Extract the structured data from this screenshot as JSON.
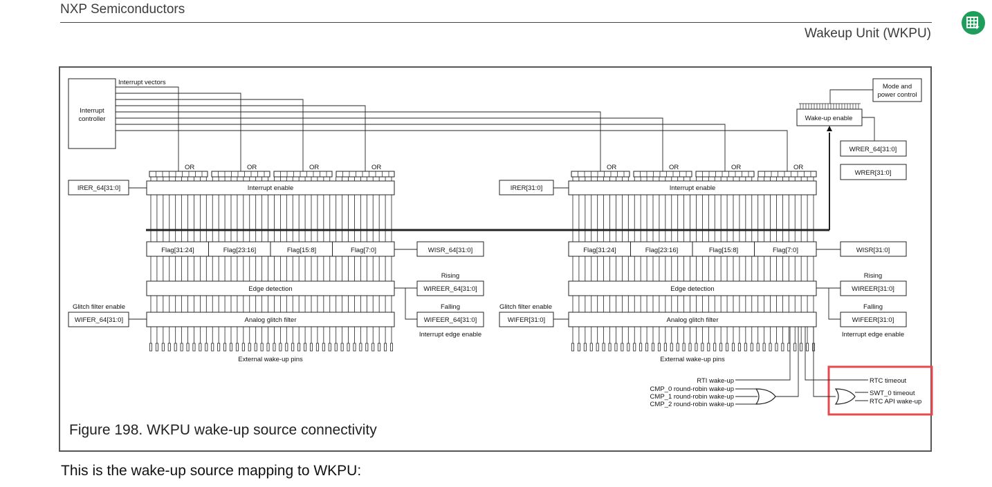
{
  "header": {
    "company": "NXP Semiconductors",
    "section": "Wakeup Unit (WKPU)"
  },
  "icons": {
    "sheet": "spreadsheet-icon"
  },
  "figure": {
    "caption": "Figure 198.  WKPU wake-up source connectivity"
  },
  "diagram": {
    "interrupt_controller": [
      "Interrupt",
      "controller"
    ],
    "interrupt_vectors": "Interrupt vectors",
    "or_label": "OR",
    "mode_power": [
      "Mode and",
      "power control"
    ],
    "wakeup_enable": "Wake-up enable",
    "wrer_64": "WRER_64[31:0]",
    "wrer": "WRER[31:0]",
    "left": {
      "irer": "IRER_64[31:0]",
      "interrupt_enable": "Interrupt enable",
      "flags": [
        "Flag[31:24]",
        "Flag[23:16]",
        "Flag[15:8]",
        "Flag[7:0]"
      ],
      "wisr": "WISR_64[31:0]",
      "rising": "Rising",
      "wireer": "WIREER_64[31:0]",
      "edge_detection": "Edge detection",
      "falling": "Falling",
      "wifeer": "WIFEER_64[31:0]",
      "glitch_enable": "Glitch filter enable",
      "wifer": "WIFER_64[31:0]",
      "analog_filter": "Analog glitch filter",
      "edge_enable": "Interrupt edge enable",
      "pins": "External wake-up pins"
    },
    "right": {
      "irer": "IRER[31:0]",
      "interrupt_enable": "Interrupt enable",
      "flags": [
        "Flag[31:24]",
        "Flag[23:16]",
        "Flag[15:8]",
        "Flag[7:0]"
      ],
      "wisr": "WISR[31:0]",
      "rising": "Rising",
      "wireer": "WIREER[31:0]",
      "edge_detection": "Edge detection",
      "falling": "Falling",
      "wifeer": "WIFEER[31:0]",
      "glitch_enable": "Glitch filter enable",
      "wifer": "WIFER[31:0]",
      "analog_filter": "Analog glitch filter",
      "edge_enable": "Interrupt edge enable",
      "pins": "External wake-up pins"
    },
    "bottom_left_sources": [
      "RTI wake-up",
      "CMP_0 round-robin wake-up",
      "CMP_1 round-robin wake-up",
      "CMP_2 round-robin wake-up"
    ],
    "bottom_right_sources": [
      "RTC timeout",
      "SWT_0 timeout",
      "RTC API wake-up"
    ],
    "highlight_color": "#e5484d"
  },
  "body": {
    "text": "This is the wake-up source mapping to WKPU:"
  }
}
